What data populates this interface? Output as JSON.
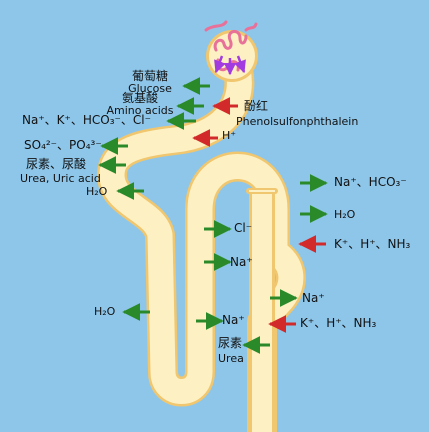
{
  "labels": {
    "glucose_cn": "葡萄糖",
    "glucose_en": "Glucose",
    "amino_cn": "氨基酸",
    "amino_en": "Amino acids",
    "phenol_cn": "酚红",
    "phenol_en": "Phenolsulfonphthalein",
    "ions_left": "Na⁺、K⁺、HCO₃⁻、Cl⁻",
    "so4_po4": "SO₄²⁻、PO₄³⁻",
    "urea_cn": "尿素、尿酸",
    "urea_en": "Urea, Uric acid",
    "h2o_upper": "H₂O",
    "h_plus_upper": "H⁺",
    "na_hco3_right": "Na⁺、HCO₃⁻",
    "h2o_right": "H₂O",
    "k_h_nh3_right": "K⁺、H⁺、NH₃",
    "cl_loop": "Cl⁻",
    "na_loop_upper": "Na⁺",
    "na_collecting": "Na⁺",
    "h2o_lower": "H₂O",
    "na_loop_lower": "Na⁺",
    "k_h_nh3_lower": "K⁺、H⁺、NH₃",
    "urea_bottom_cn": "尿素",
    "urea_bottom_en": "Urea"
  },
  "colors": {
    "background": "#8ec6ea",
    "tubule_fill": "#fdf0c2",
    "tubule_border": "#f0c66e",
    "reabsorption_arrow": "#2a8a2a",
    "secretion_arrow": "#d22a2a",
    "glomerulus": "#e8719a",
    "afferent_flow": "#a23be0"
  },
  "legend": {
    "reabsorption": "green arrows",
    "secretion": "red arrows"
  }
}
